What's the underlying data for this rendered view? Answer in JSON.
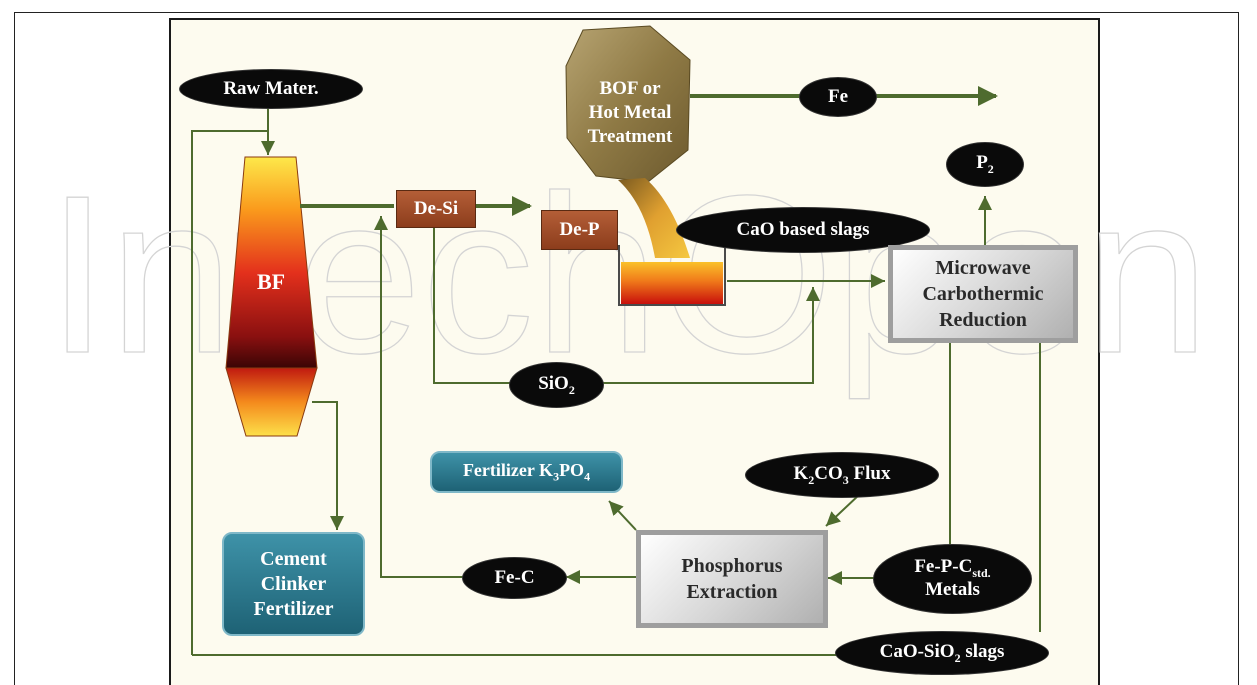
{
  "watermark_text": "IntechOpen",
  "nodes": {
    "raw_materials": "Raw Mater.",
    "bf": "BF",
    "bof_line1": "BOF or",
    "bof_line2": "Hot Metal",
    "bof_line3": "Treatment",
    "fe": "Fe",
    "p2_base": "P",
    "p2_sub": "2",
    "de_si": "De-Si",
    "de_p": "De-P",
    "cao_slags": "CaO based slags",
    "microwave_line1": "Microwave",
    "microwave_line2": "Carbothermic",
    "microwave_line3": "Reduction",
    "sio2_base": "SiO",
    "sio2_sub": "2",
    "fertilizer_prefix": "Fertilizer K",
    "fertilizer_sub1": "3",
    "fertilizer_mid": "PO",
    "fertilizer_sub2": "4",
    "k2co3_prefix": "K",
    "k2co3_sub1": "2",
    "k2co3_mid": "CO",
    "k2co3_sub2": "3",
    "k2co3_suffix": " Flux",
    "cement_line1": "Cement",
    "cement_line2": "Clinker",
    "cement_line3": "Fertilizer",
    "fe_c": "Fe-C",
    "phosphorus_line1": "Phosphorus",
    "phosphorus_line2": "Extraction",
    "fepc_main": "Fe-P-C",
    "fepc_sub": "std.",
    "fepc_line2": "Metals",
    "cao_sio2_prefix": "CaO-SiO",
    "cao_sio2_sub": "2",
    "cao_sio2_suffix": " slags"
  },
  "colors": {
    "arrow": "#4e6b2e",
    "panel_bg": "#fdfbef",
    "pill_bg": "#0a0a0a",
    "brown": "#9c4a26",
    "teal": "#2b7a8f",
    "gray_border": "#9e9e9e"
  }
}
